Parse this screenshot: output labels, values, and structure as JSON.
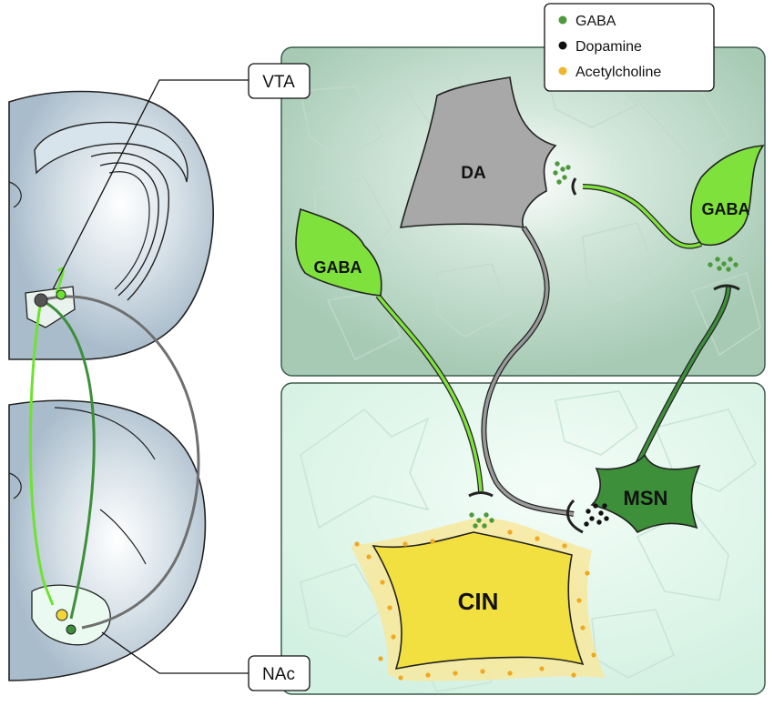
{
  "legend": {
    "items": [
      {
        "label": "GABA",
        "color": "#4c9a3c"
      },
      {
        "label": "Dopamine",
        "color": "#111111"
      },
      {
        "label": "Acetylcholine",
        "color": "#f0b52a"
      }
    ]
  },
  "regions": {
    "vta_label": "VTA",
    "nac_label": "NAc"
  },
  "cells": {
    "da": "DA",
    "gaba_left": "GABA",
    "gaba_right": "GABA",
    "msn": "MSN",
    "cin": "CIN"
  },
  "colors": {
    "vta_panel": "#a9cdb6",
    "nac_panel": "#d9f3e6",
    "brain": "#b4c6d3",
    "gaba_cell": "#7fe23c",
    "msn_cell": "#3d8f3a",
    "da_cell": "#a8a8a8",
    "cin_cell": "#f2e040",
    "dopamine_axon": "#7c7c7c"
  }
}
